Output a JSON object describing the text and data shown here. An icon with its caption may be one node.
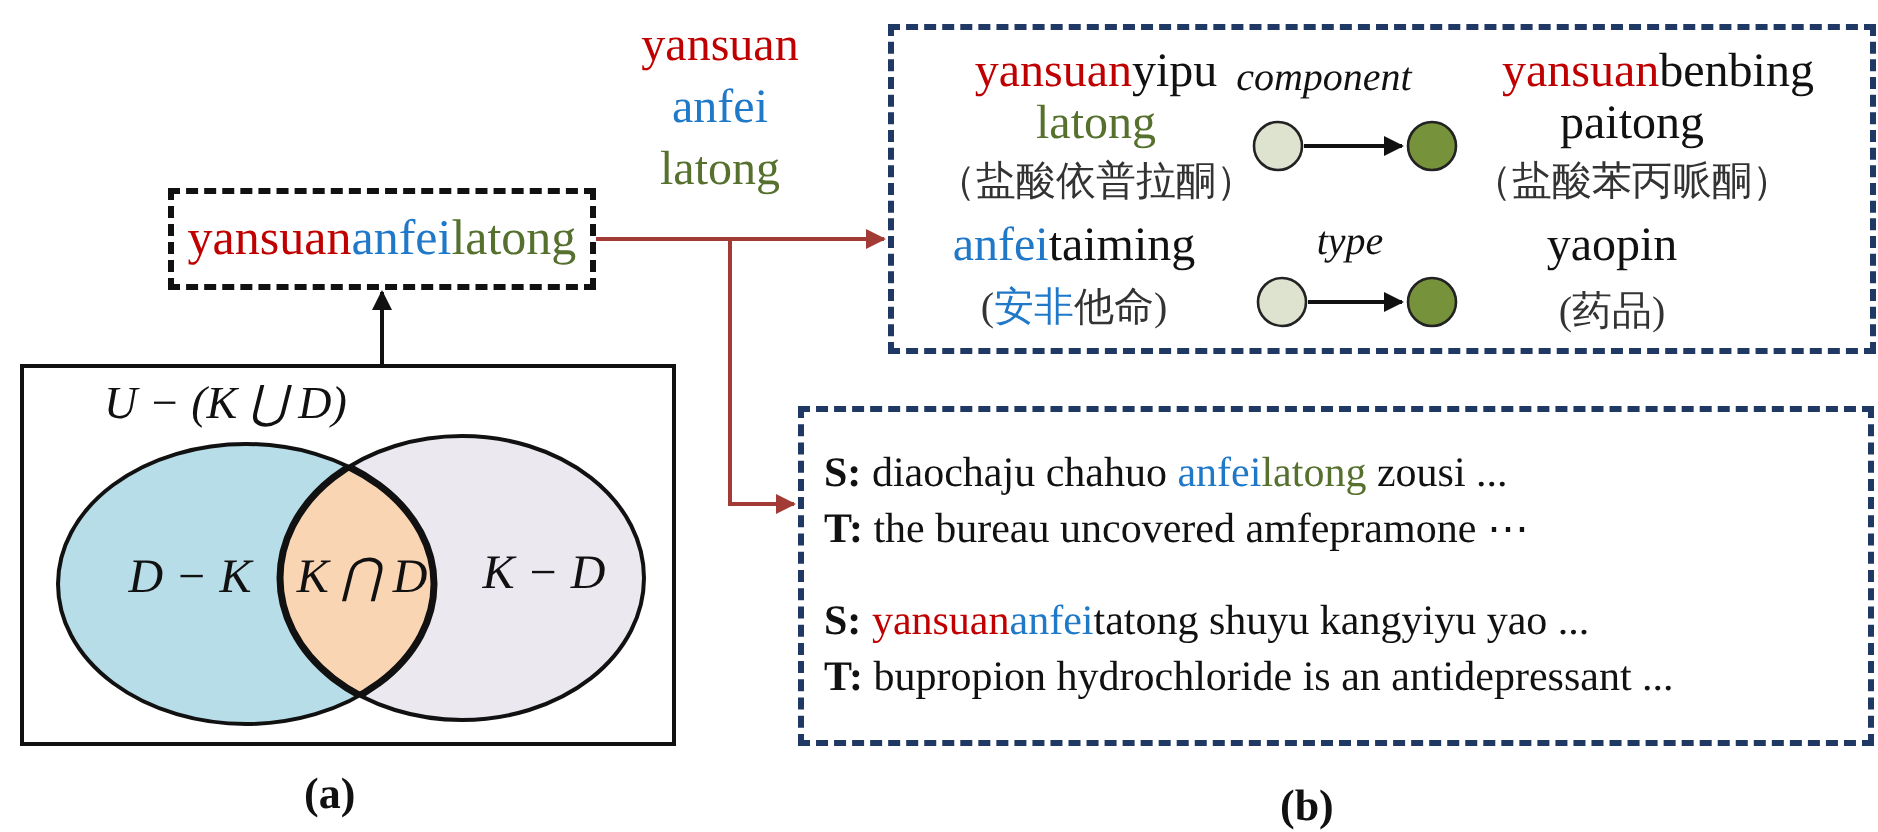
{
  "diagram": {
    "nodes": [
      {
        "text": [
          "U − (K ⋃ D)"
        ]
      },
      {
        "text": [
          "D − K"
        ],
        "in": 0
      },
      {
        "text": [
          "K ⋂ D"
        ],
        "in": 0
      },
      {
        "text": [
          "K − D"
        ],
        "in": 0
      },
      {
        "text": [
          "yansuananfeilatong"
        ]
      },
      {
        "text": [],
        "shape": "box"
      },
      {
        "text": [],
        "shape": "circle",
        "in": 5,
        "beside": [
          "yansuanyipu latong",
          "（盐酸依普拉酮）"
        ]
      },
      {
        "text": [],
        "shape": "circle",
        "in": 5,
        "beside": [
          "yansuanbenbing paitong",
          "（盐酸苯丙哌酮）"
        ]
      },
      {
        "text": [],
        "shape": "circle",
        "in": 5,
        "beside": [
          "anfeitaiming",
          "(安非他命)"
        ]
      },
      {
        "text": [],
        "shape": "circle",
        "in": 5,
        "beside": [
          "yaopin",
          "(药品)"
        ]
      },
      {
        "text": [
          "**S:** diaochaju chahuo anfeilatong zousi  ...",
          "**T:** the bureau uncovered amfepramone ⋯",
          "**S:** yansuananfeitatong shuyu kangyiyu yao ...",
          "**T:** bupropion hydrochloride is an antidepressant ..."
        ]
      }
    ],
    "edges": [
      {
        "from": 0,
        "to": 4,
        "arrow": "to"
      },
      {
        "from": 4,
        "to": 5,
        "arrow": "to",
        "label": "yansuan anfei latong",
        "color": "#a23b35"
      },
      {
        "from": 4,
        "to": 10,
        "arrow": "to",
        "color": "#a23b35"
      },
      {
        "from": 6,
        "to": 7,
        "arrow": "to",
        "label": "component"
      },
      {
        "from": 8,
        "to": 9,
        "arrow": "to",
        "label": "type"
      }
    ],
    "labels": [
      "(a)",
      "(b)"
    ]
  }
}
